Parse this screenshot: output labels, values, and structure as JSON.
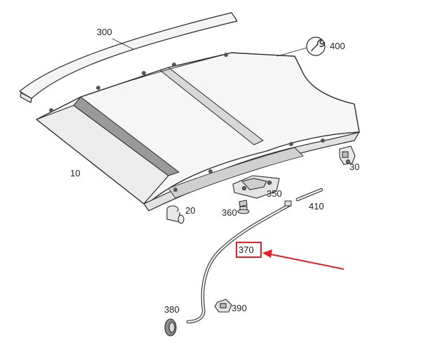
{
  "parts": {
    "p300": "300",
    "p400": "400",
    "p10": "10",
    "p30": "30",
    "p350": "350",
    "p410": "410",
    "p20": "20",
    "p360": "360",
    "p370": "370",
    "p380": "380",
    "p390": "390"
  },
  "icons": {
    "service": "wrench-icon"
  },
  "colors": {
    "line": "#2a2a2a",
    "panel": "#f4f4f4",
    "highlight": "#e31e24"
  }
}
